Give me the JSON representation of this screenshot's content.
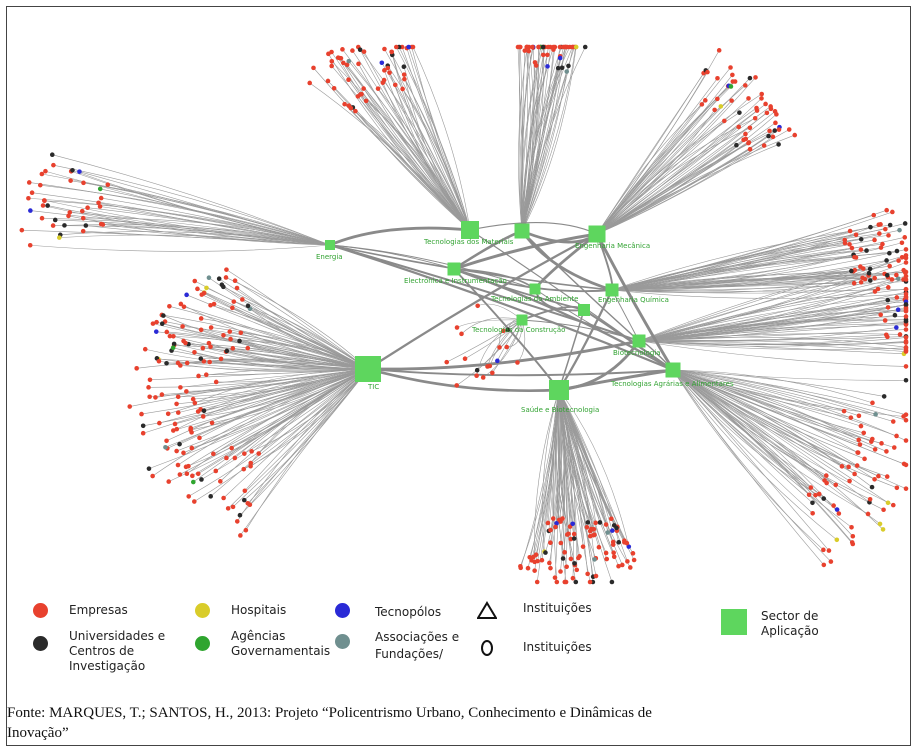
{
  "figure": {
    "sector_nodes": [
      {
        "id": "materials",
        "label": "Tecnologias dos Materiais",
        "hub": true
      },
      {
        "id": "produc",
        "label": "",
        "hub": true
      },
      {
        "id": "mecanica",
        "label": "Engenharia Mecânica",
        "hub": true
      },
      {
        "id": "energia",
        "label": "Energia",
        "hub": false
      },
      {
        "id": "electronica",
        "label": "Electrónica e Instrumentação",
        "hub": false
      },
      {
        "id": "ambiente",
        "label": "Tecnologias do Ambiente",
        "hub": false
      },
      {
        "id": "quimica",
        "label": "Engenharia Química",
        "hub": false
      },
      {
        "id": "construcao",
        "label": "Tecnologias da Construção",
        "hub": false
      },
      {
        "id": "info",
        "label": "",
        "hub": false
      },
      {
        "id": "biotec",
        "label": "Biotecnologia",
        "hub": false
      },
      {
        "id": "agro",
        "label": "Tecnologias Agrárias e Alimentares",
        "hub": false
      },
      {
        "id": "tic",
        "label": "TIC",
        "hub": true
      },
      {
        "id": "saude",
        "label": "Saúde e Biotecnologia",
        "hub": true
      }
    ],
    "colors": {
      "empresas": "#e8412e",
      "universidades": "#2a2a2a",
      "hospitais": "#d9cc2a",
      "agencias": "#2fa52f",
      "tecnopolos": "#2a2ad6",
      "associacoes": "#6f8f8f",
      "sector": "#5ed65e",
      "edge": "#9a9a9a"
    }
  },
  "legend": {
    "empresas": "Empresas",
    "universidades": "Universidades e\nCentros de\nInvestigação",
    "hospitais": "Hospitais",
    "agencias": "Agências\nGovernamentais",
    "tecnopolos": "Tecnopólos",
    "associacoes": "Associações e\nFundações/",
    "instituicoes_triangle": "Instituições",
    "instituicoes_circle": "Instituições",
    "sector": "Sector de\nAplicação"
  },
  "caption": "Fonte: MARQUES, T.; SANTOS, H., 2013: Projeto “Policentrismo Urbano, Conhecimento e Dinâmicas de\nInovação”"
}
